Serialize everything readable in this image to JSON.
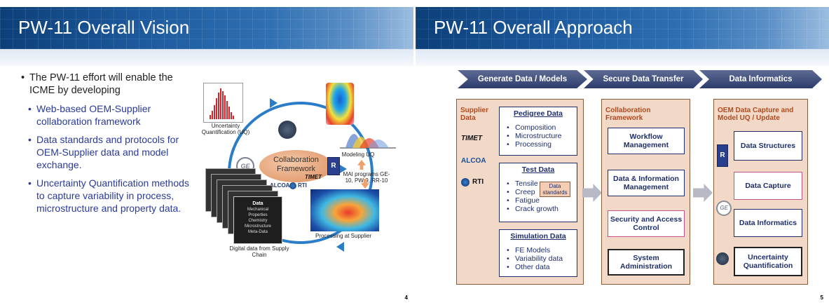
{
  "slide1": {
    "title": "PW-11 Overall Vision",
    "page_number": "4",
    "bullet_main": "The PW-11 effort will enable the ICME by developing",
    "sub_bullets": [
      "Web-based OEM-Supplier collaboration framework",
      "Data standards and protocols for OEM-Supplier data and model exchange.",
      "Uncertainty Quantification methods to capture variability in process, microstructure and property data."
    ],
    "diagram": {
      "center_label": "Collaboration Framework",
      "uq_label": "Uncertainty Quantification (UQ)",
      "modeling_label": "Modeling UQ",
      "mai_label": "MAI programs GE-10, PW-9, RR-10",
      "processing_label": "Processing at Supplier",
      "digital_label": "Digital data from Supply Chain",
      "stack_title": "Data",
      "stack_items": [
        "Mechanical",
        "Properties",
        "Chemistry",
        "Microstructure",
        "Meta-Data"
      ],
      "logos": [
        "GE",
        "ALCOA",
        "RTI",
        "TIMET"
      ]
    }
  },
  "slide2": {
    "title": "PW-11 Overall Approach",
    "page_number": "5",
    "chevrons": [
      "Generate Data / Models",
      "Secure Data Transfer",
      "Data Informatics"
    ],
    "supplier": {
      "header": "Supplier Data",
      "logos": [
        "TIMET",
        "ALCOA",
        "RTI"
      ],
      "pedigree_title": "Pedigree Data",
      "pedigree_items": [
        "Composition",
        "Microstructure",
        "Processing"
      ],
      "test_title": "Test Data",
      "test_items": [
        "Tensile",
        "Creep",
        "Fatigue",
        "Crack growth"
      ],
      "data_standards": "Data standards",
      "simulation_title": "Simulation Data",
      "simulation_items": [
        "FE Models",
        "Variability data",
        "Other data"
      ]
    },
    "collaboration": {
      "header": "Collaboration Framework",
      "boxes": [
        "Workflow Management",
        "Data & Information Management",
        "Security and Access Control",
        "System Administration"
      ]
    },
    "oem": {
      "header": "OEM Data Capture and Model UQ / Update",
      "boxes": [
        "Data Structures",
        "Data Capture",
        "Data Informatics",
        "Uncertainty Quantification"
      ]
    }
  },
  "colors": {
    "banner_dark": "#0c3f78",
    "bullet_blue": "#2a3a9a",
    "panel_fill": "#f2d9c7",
    "header_orange": "#b04a1e",
    "navy": "#1f2f6a",
    "pink_border": "#c2548a",
    "cycle_blue": "#2b7dc8"
  }
}
